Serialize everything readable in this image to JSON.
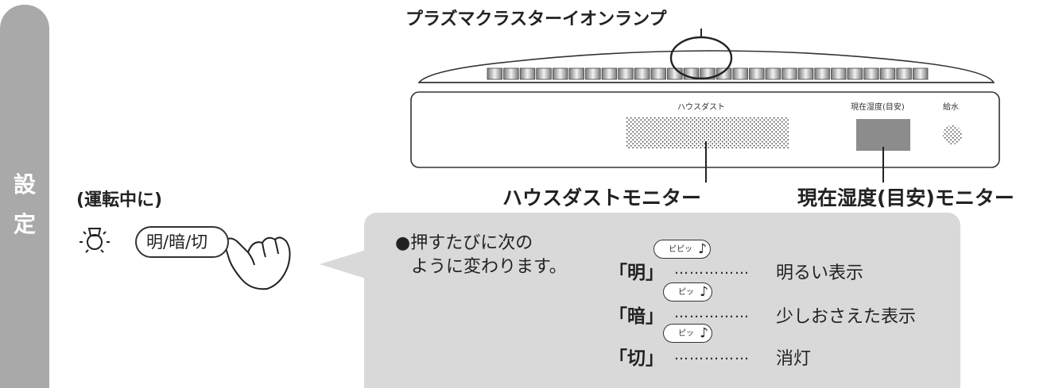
{
  "side_tab": {
    "chars": [
      "設",
      "定"
    ]
  },
  "title_lamp": "プラズマクラスターイオンランプ",
  "panel": {
    "housedust_small": "ハウスダスト",
    "humidity_small": "現在湿度(目安)",
    "water_small": "給水"
  },
  "labels": {
    "housedust_monitor": "ハウスダストモニター",
    "humidity_monitor": "現在湿度(目安)モニター"
  },
  "during_operation": "(運転中に)",
  "button_label": "明/暗/切",
  "callout": {
    "line1": "●押すたびに次の",
    "line2": "ように変わります。",
    "beeps": [
      "ピピッ",
      "ピッ",
      "ピッ"
    ],
    "note_glyph": "♪",
    "states": [
      {
        "key": "「明」",
        "dots": "……………",
        "desc": "明るい表示"
      },
      {
        "key": "「暗」",
        "dots": "……………",
        "desc": "少しおさえた表示"
      },
      {
        "key": "「切」",
        "dots": "……………",
        "desc": "消灯"
      }
    ]
  }
}
